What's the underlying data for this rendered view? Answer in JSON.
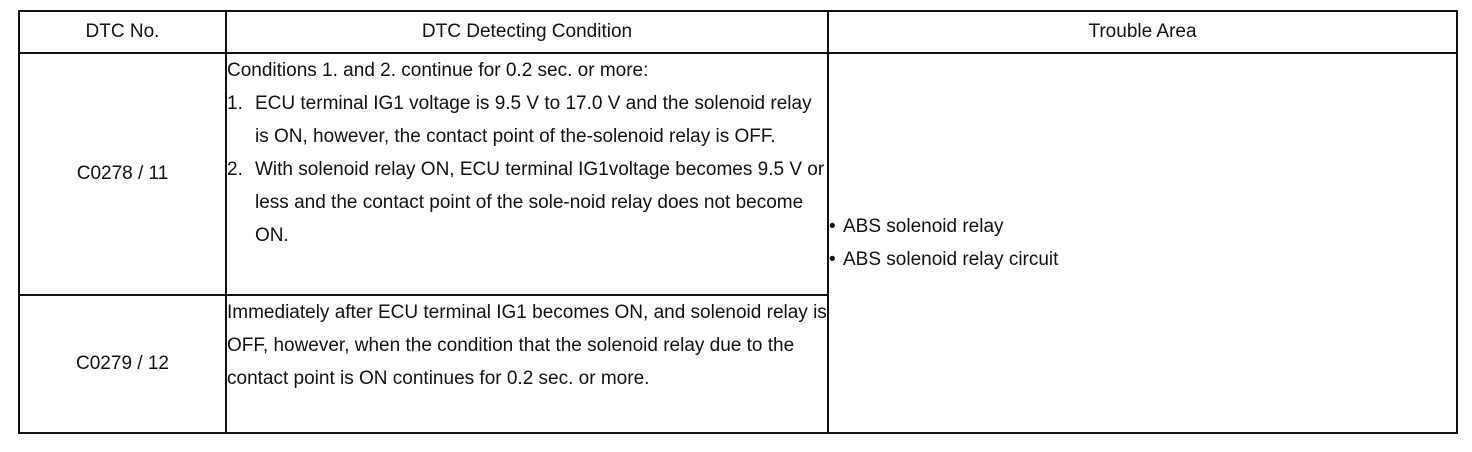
{
  "table": {
    "headers": {
      "dtc_no": "DTC No.",
      "condition": "DTC Detecting Condition",
      "trouble_area": "Trouble Area"
    },
    "rows": [
      {
        "code": "C0278 / 11",
        "intro": "Conditions 1. and 2. continue for 0.2 sec. or more:",
        "items": [
          {
            "num": "1.",
            "text": "ECU terminal IG1 voltage is 9.5 V to 17.0 V and the solenoid relay is ON, however, the contact point of the-solenoid relay is OFF."
          },
          {
            "num": "2.",
            "text": "With solenoid relay ON, ECU terminal IG1voltage becomes 9.5 V or less and the contact point of the sole-noid relay does not become ON."
          }
        ]
      },
      {
        "code": "C0279 / 12",
        "text": "Immediately after ECU terminal IG1 becomes ON, and solenoid relay is OFF, however, when the condition that the solenoid relay due to the contact point is ON continues for 0.2 sec. or more."
      }
    ],
    "trouble_area": [
      {
        "bullet": "•",
        "text": "ABS solenoid relay"
      },
      {
        "bullet": "•",
        "text": "ABS solenoid relay circuit"
      }
    ]
  }
}
